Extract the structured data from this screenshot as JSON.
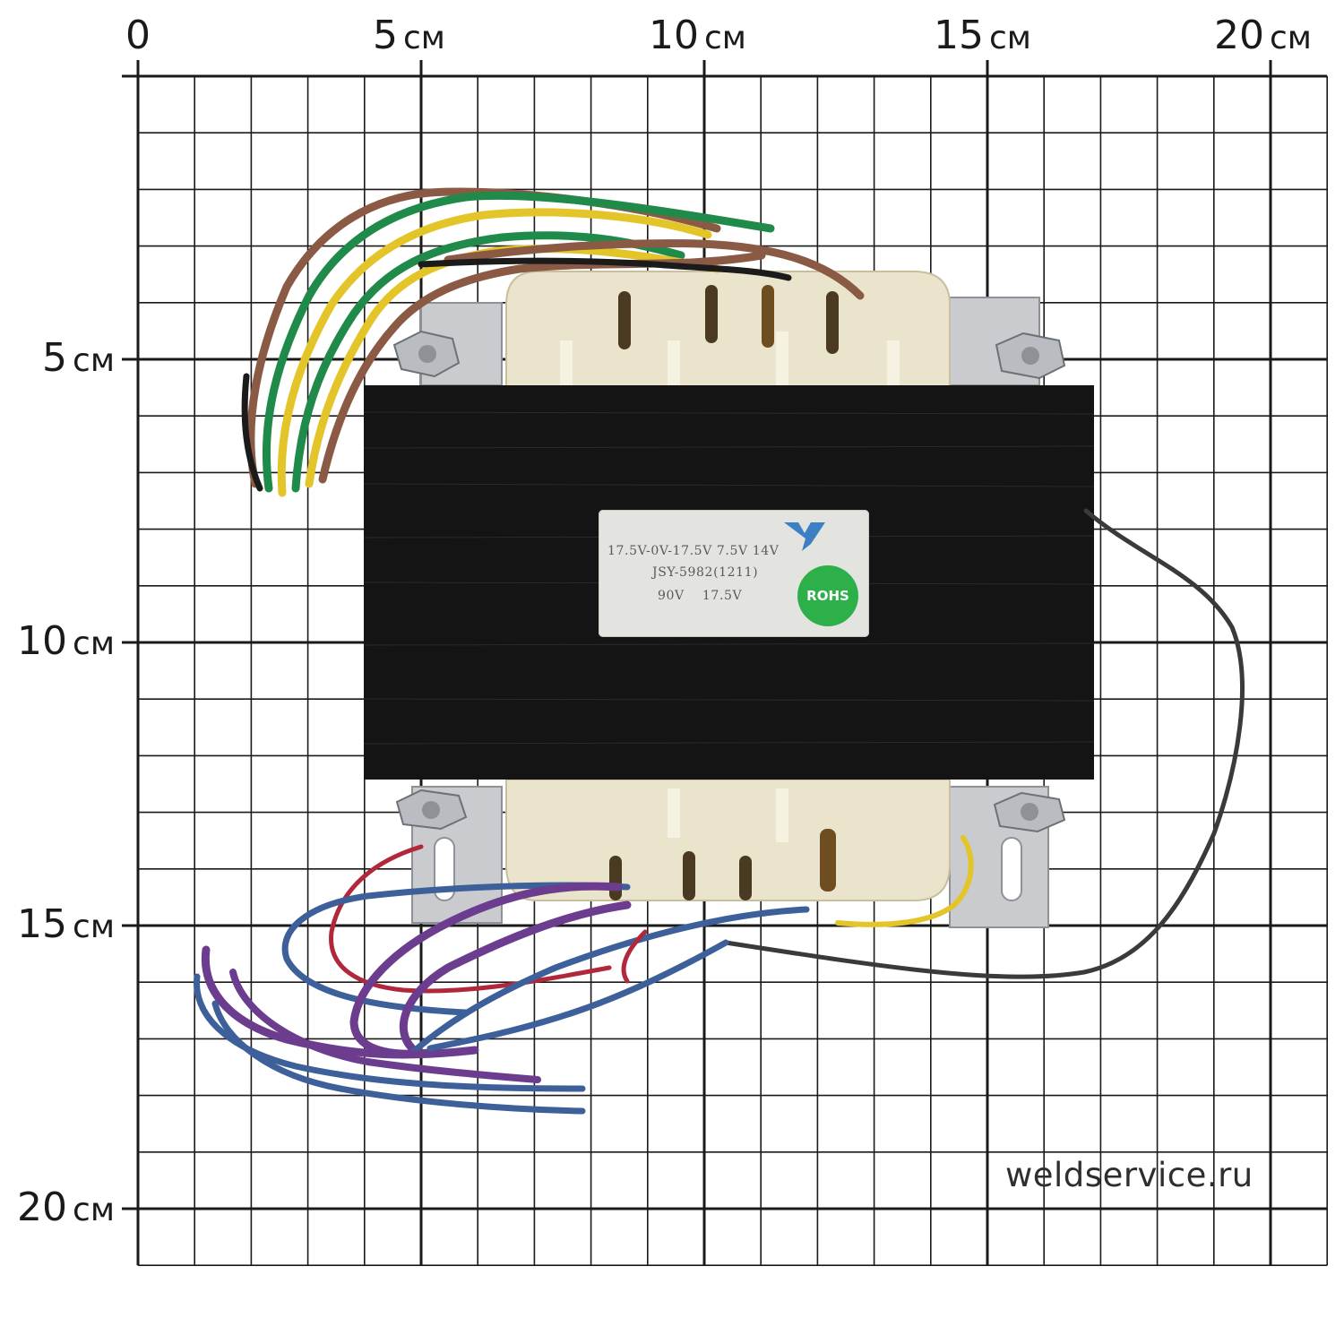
{
  "ruler": {
    "x_ticks": [
      {
        "num": "0",
        "unit": ""
      },
      {
        "num": "5",
        "unit": "см"
      },
      {
        "num": "10",
        "unit": "см"
      },
      {
        "num": "15",
        "unit": "см"
      },
      {
        "num": "20",
        "unit": "см"
      }
    ],
    "y_ticks": [
      {
        "num": "5",
        "unit": "см"
      },
      {
        "num": "10",
        "unit": "см"
      },
      {
        "num": "15",
        "unit": "см"
      },
      {
        "num": "20",
        "unit": "см"
      }
    ]
  },
  "transformer": {
    "label_line_1": "17.5V-0V-17.5V 7.5V 14V",
    "label_line_2": "JSY-5982(1211)",
    "label_line_3": "90V    17.5V",
    "badge": "ROHS"
  },
  "watermark": "weldservice.ru",
  "colors": {
    "grid": "#1a1a1a",
    "core": "#141414",
    "bobbin": "#ebe4cc",
    "wire_green": "#1f8a4a",
    "wire_yellow": "#e3c52a",
    "wire_brown": "#8a5a44",
    "wire_blue": "#3d5f9a",
    "wire_purple": "#6c3d8e",
    "wire_red": "#b0283a",
    "rohs_green": "#2db04a"
  }
}
